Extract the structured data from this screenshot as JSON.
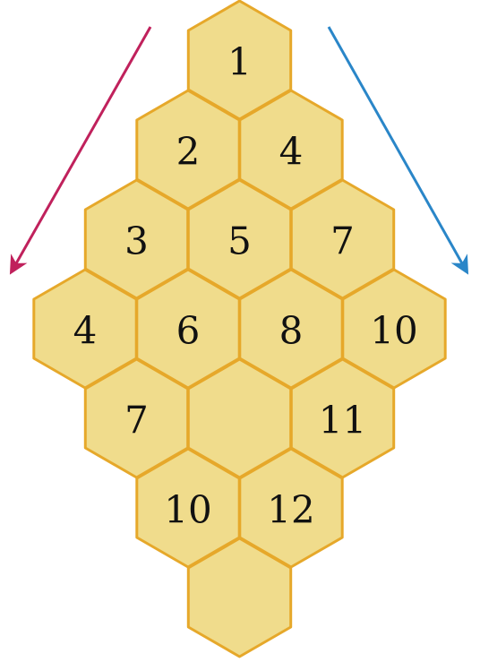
{
  "colors": {
    "hex_fill": "#f0dc8c",
    "hex_stroke": "#e6a82a",
    "label": "#111111",
    "arrow_left": "#c0215c",
    "arrow_right": "#2a86c8"
  },
  "grid": {
    "cells": [
      {
        "row": 0,
        "col": 0,
        "label": "1"
      },
      {
        "row": 1,
        "col": -1,
        "label": "2"
      },
      {
        "row": 1,
        "col": 1,
        "label": "4"
      },
      {
        "row": 2,
        "col": -2,
        "label": "3"
      },
      {
        "row": 2,
        "col": 0,
        "label": "5"
      },
      {
        "row": 2,
        "col": 2,
        "label": "7"
      },
      {
        "row": 3,
        "col": -3,
        "label": "4"
      },
      {
        "row": 3,
        "col": -1,
        "label": "6"
      },
      {
        "row": 3,
        "col": 1,
        "label": "8"
      },
      {
        "row": 3,
        "col": 3,
        "label": "10"
      },
      {
        "row": 4,
        "col": -2,
        "label": "7"
      },
      {
        "row": 4,
        "col": 0,
        "label": ""
      },
      {
        "row": 4,
        "col": 2,
        "label": "11"
      },
      {
        "row": 5,
        "col": -1,
        "label": "10"
      },
      {
        "row": 5,
        "col": 1,
        "label": "12"
      },
      {
        "row": 6,
        "col": 0,
        "label": ""
      }
    ]
  },
  "arrows": [
    {
      "name": "arrow-left",
      "color_key": "arrow_left",
      "direction": "down-left"
    },
    {
      "name": "arrow-right",
      "color_key": "arrow_right",
      "direction": "down-right"
    }
  ]
}
